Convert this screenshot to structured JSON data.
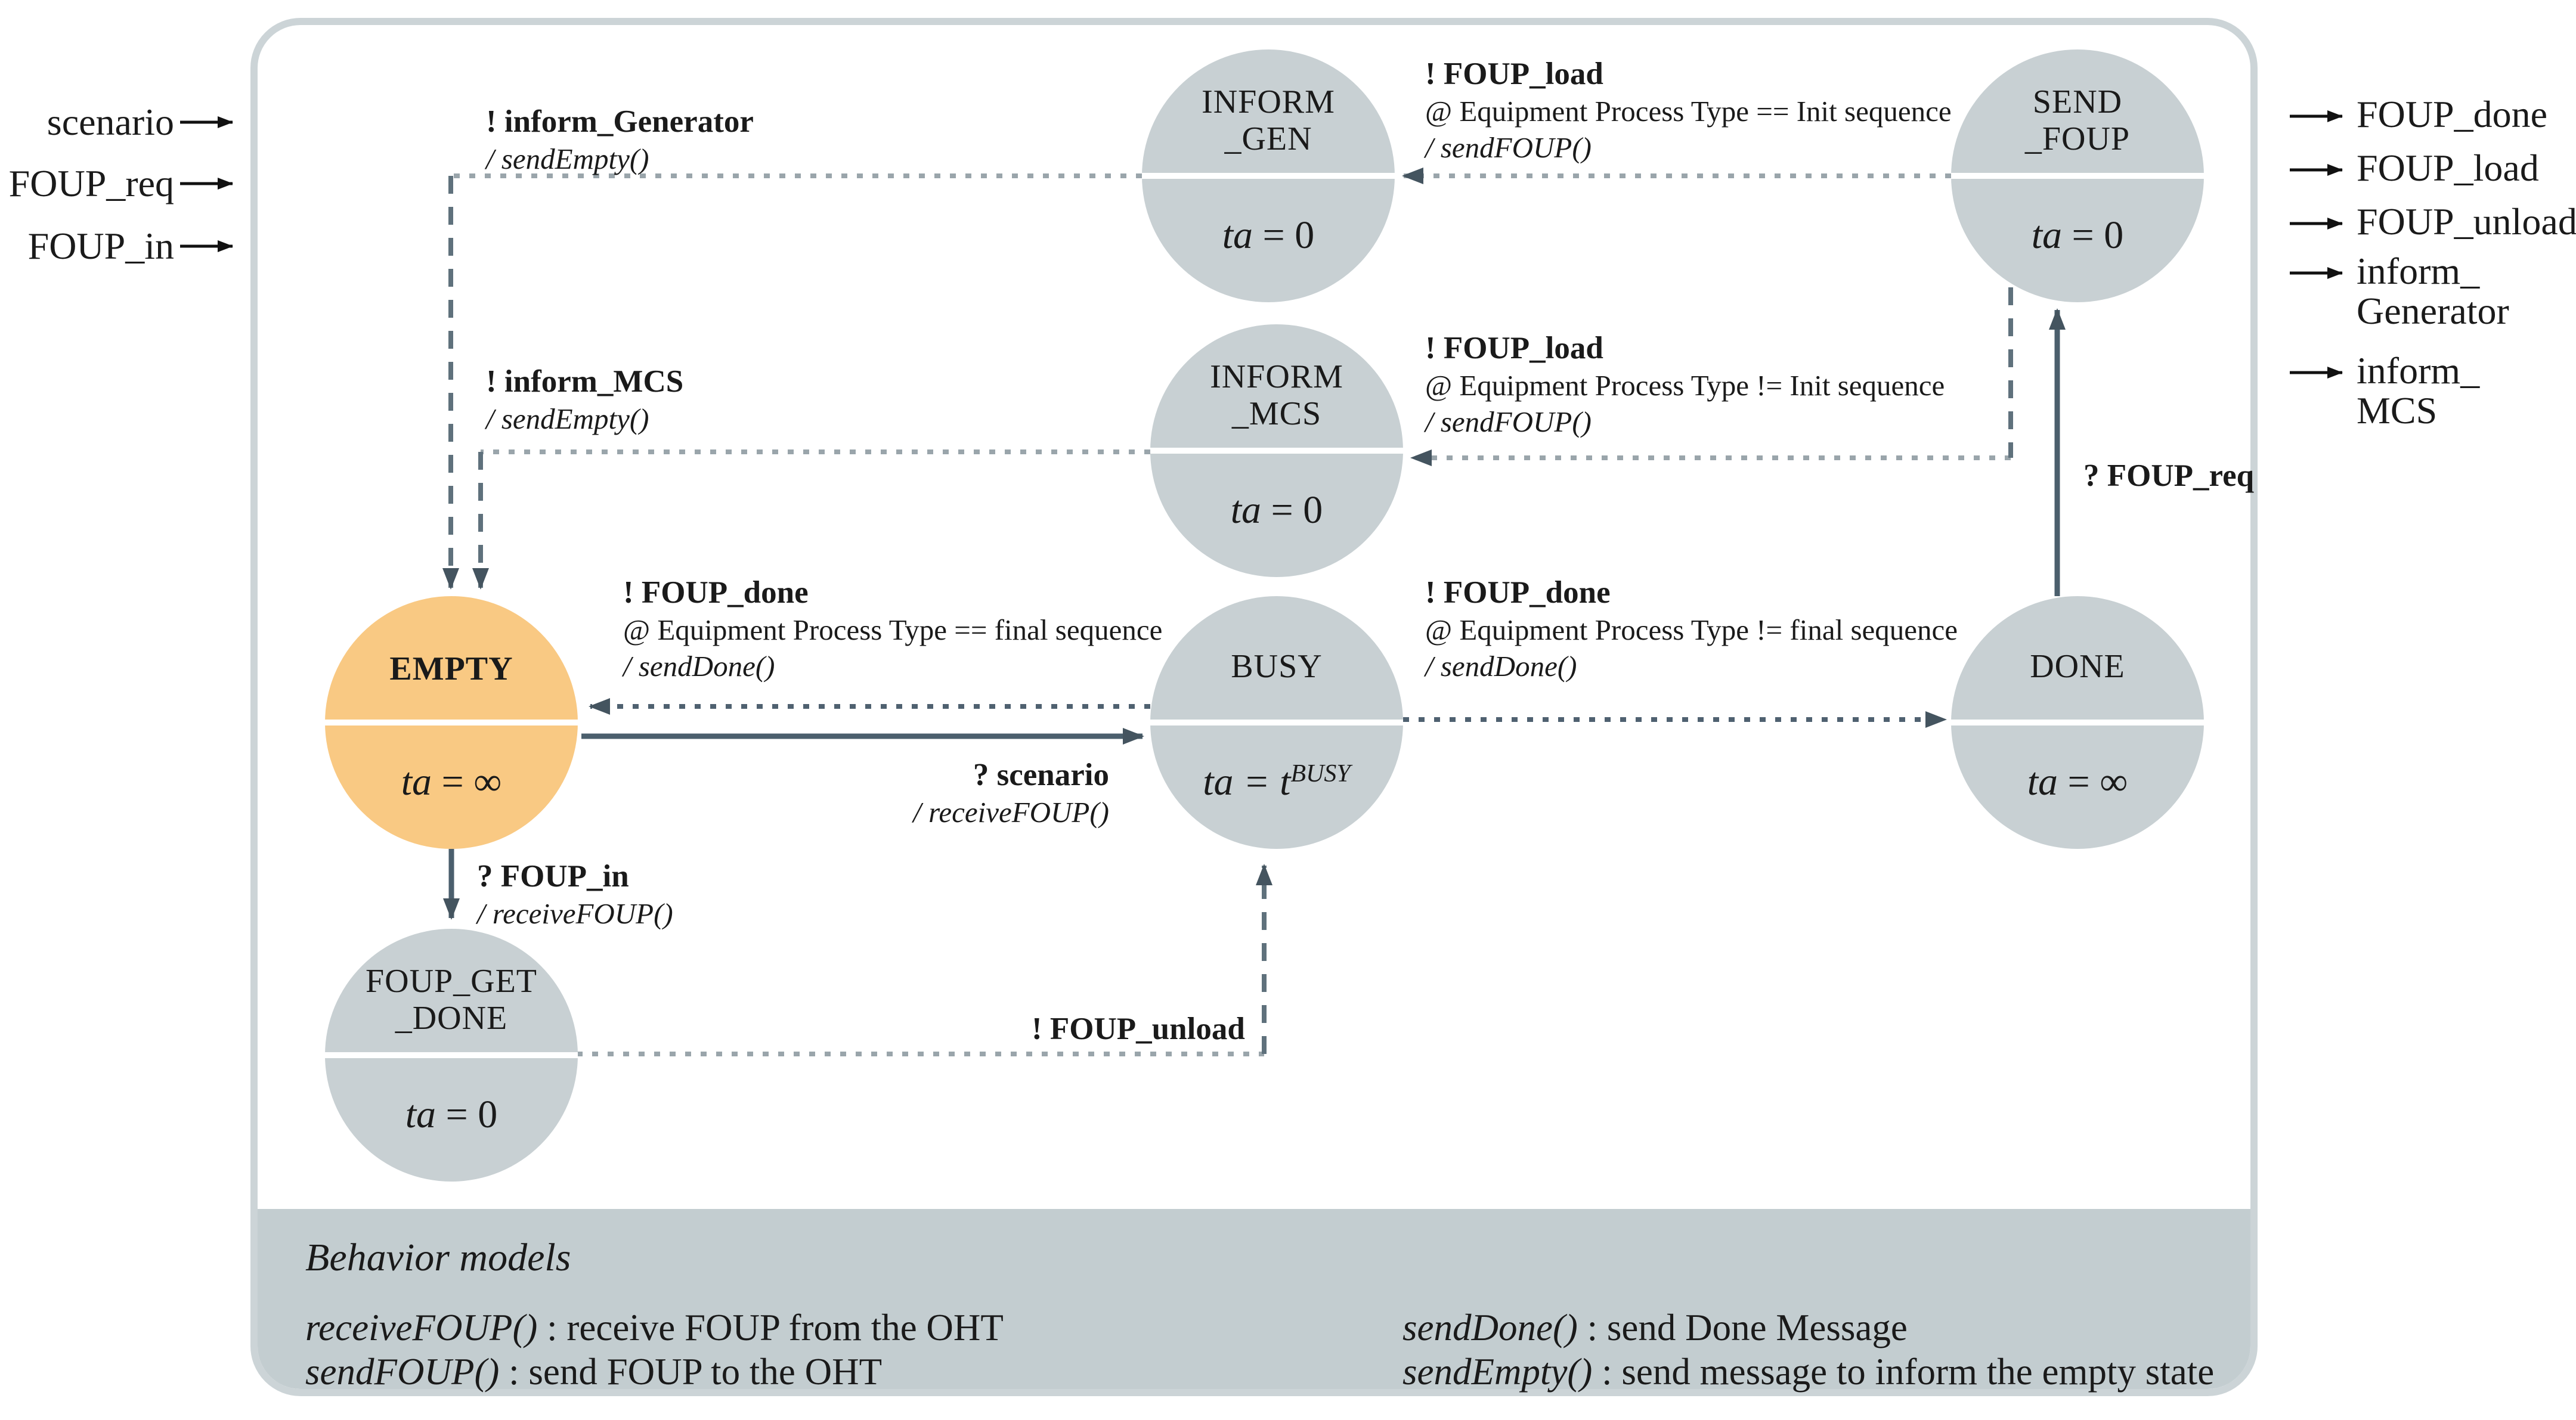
{
  "colors": {
    "state_fill": "#c8d0d3",
    "empty_state_fill": "#f9c983",
    "footer_fill": "#c3cdd0",
    "frame_border": "#ccd4d7",
    "solid_arrow": "#4b5f6d",
    "dotted_arrow_dark": "#4f6170",
    "dotted_arrow_light": "#9aa5ab",
    "dash_arrow_mid": "#5f717c",
    "port_arrow": "#111111"
  },
  "ports": {
    "inputs": [
      "scenario",
      "FOUP_req",
      "FOUP_in"
    ],
    "outputs": [
      {
        "line1": "FOUP_done",
        "line2": ""
      },
      {
        "line1": "FOUP_load",
        "line2": ""
      },
      {
        "line1": "FOUP_unload",
        "line2": ""
      },
      {
        "line1": "inform_",
        "line2": "Generator"
      },
      {
        "line1": "inform_",
        "line2": "MCS"
      }
    ]
  },
  "states": [
    {
      "id": "INFORM_GEN",
      "name1": "INFORM",
      "name2": "_GEN",
      "ta_label": "ta",
      "ta_eq": " = 0",
      "ta_sub": ""
    },
    {
      "id": "SEND_FOUP",
      "name1": "SEND",
      "name2": "_FOUP",
      "ta_label": "ta",
      "ta_eq": " = 0",
      "ta_sub": ""
    },
    {
      "id": "INFORM_MCS",
      "name1": "INFORM",
      "name2": "_MCS",
      "ta_label": "ta",
      "ta_eq": " = 0",
      "ta_sub": ""
    },
    {
      "id": "EMPTY",
      "name1": "EMPTY",
      "name2": "",
      "ta_label": "ta",
      "ta_eq": " = ∞",
      "ta_sub": ""
    },
    {
      "id": "BUSY",
      "name1": "BUSY",
      "name2": "",
      "ta_label": "ta",
      "ta_eq": " = t",
      "ta_sub": "BUSY"
    },
    {
      "id": "DONE",
      "name1": "DONE",
      "name2": "",
      "ta_label": "ta",
      "ta_eq": " = ∞",
      "ta_sub": ""
    },
    {
      "id": "FOUP_GET_DONE",
      "name1": "FOUP_GET",
      "name2": "_DONE",
      "ta_label": "ta",
      "ta_eq": " = 0",
      "ta_sub": ""
    }
  ],
  "transitions": {
    "inform_generator": {
      "event": "! inform_Generator",
      "action": "/ sendEmpty()"
    },
    "foup_load_init": {
      "event": "! FOUP_load",
      "guard": "@ Equipment Process Type == Init sequence",
      "action": "/ sendFOUP()"
    },
    "inform_mcs": {
      "event": "! inform_MCS",
      "action": "/ sendEmpty()"
    },
    "foup_load_not_init": {
      "event": "! FOUP_load",
      "guard": "@ Equipment Process Type != Init sequence",
      "action": "/ sendFOUP()"
    },
    "foup_done_final": {
      "event": "! FOUP_done",
      "guard": "@ Equipment Process Type == final sequence",
      "action": "/ sendDone()"
    },
    "scenario_in": {
      "event": "? scenario",
      "action": "/ receiveFOUP()"
    },
    "foup_done_not_final": {
      "event": "! FOUP_done",
      "guard": "@ Equipment Process Type != final sequence",
      "action": "/ sendDone()"
    },
    "foup_req": {
      "event": "? FOUP_req"
    },
    "foup_in": {
      "event": "? FOUP_in",
      "action": "/ receiveFOUP()"
    },
    "foup_unload": {
      "event": "! FOUP_unload"
    }
  },
  "legend": {
    "title": "Behavior models",
    "left": [
      {
        "fn": "receiveFOUP()",
        "desc": ": receive FOUP from the OHT"
      },
      {
        "fn": "sendFOUP()",
        "desc": ": send FOUP to the OHT"
      }
    ],
    "right": [
      {
        "fn": "sendDone()",
        "desc": ": send Done Message"
      },
      {
        "fn": "sendEmpty()",
        "desc": ": send message to inform the empty state"
      }
    ]
  }
}
